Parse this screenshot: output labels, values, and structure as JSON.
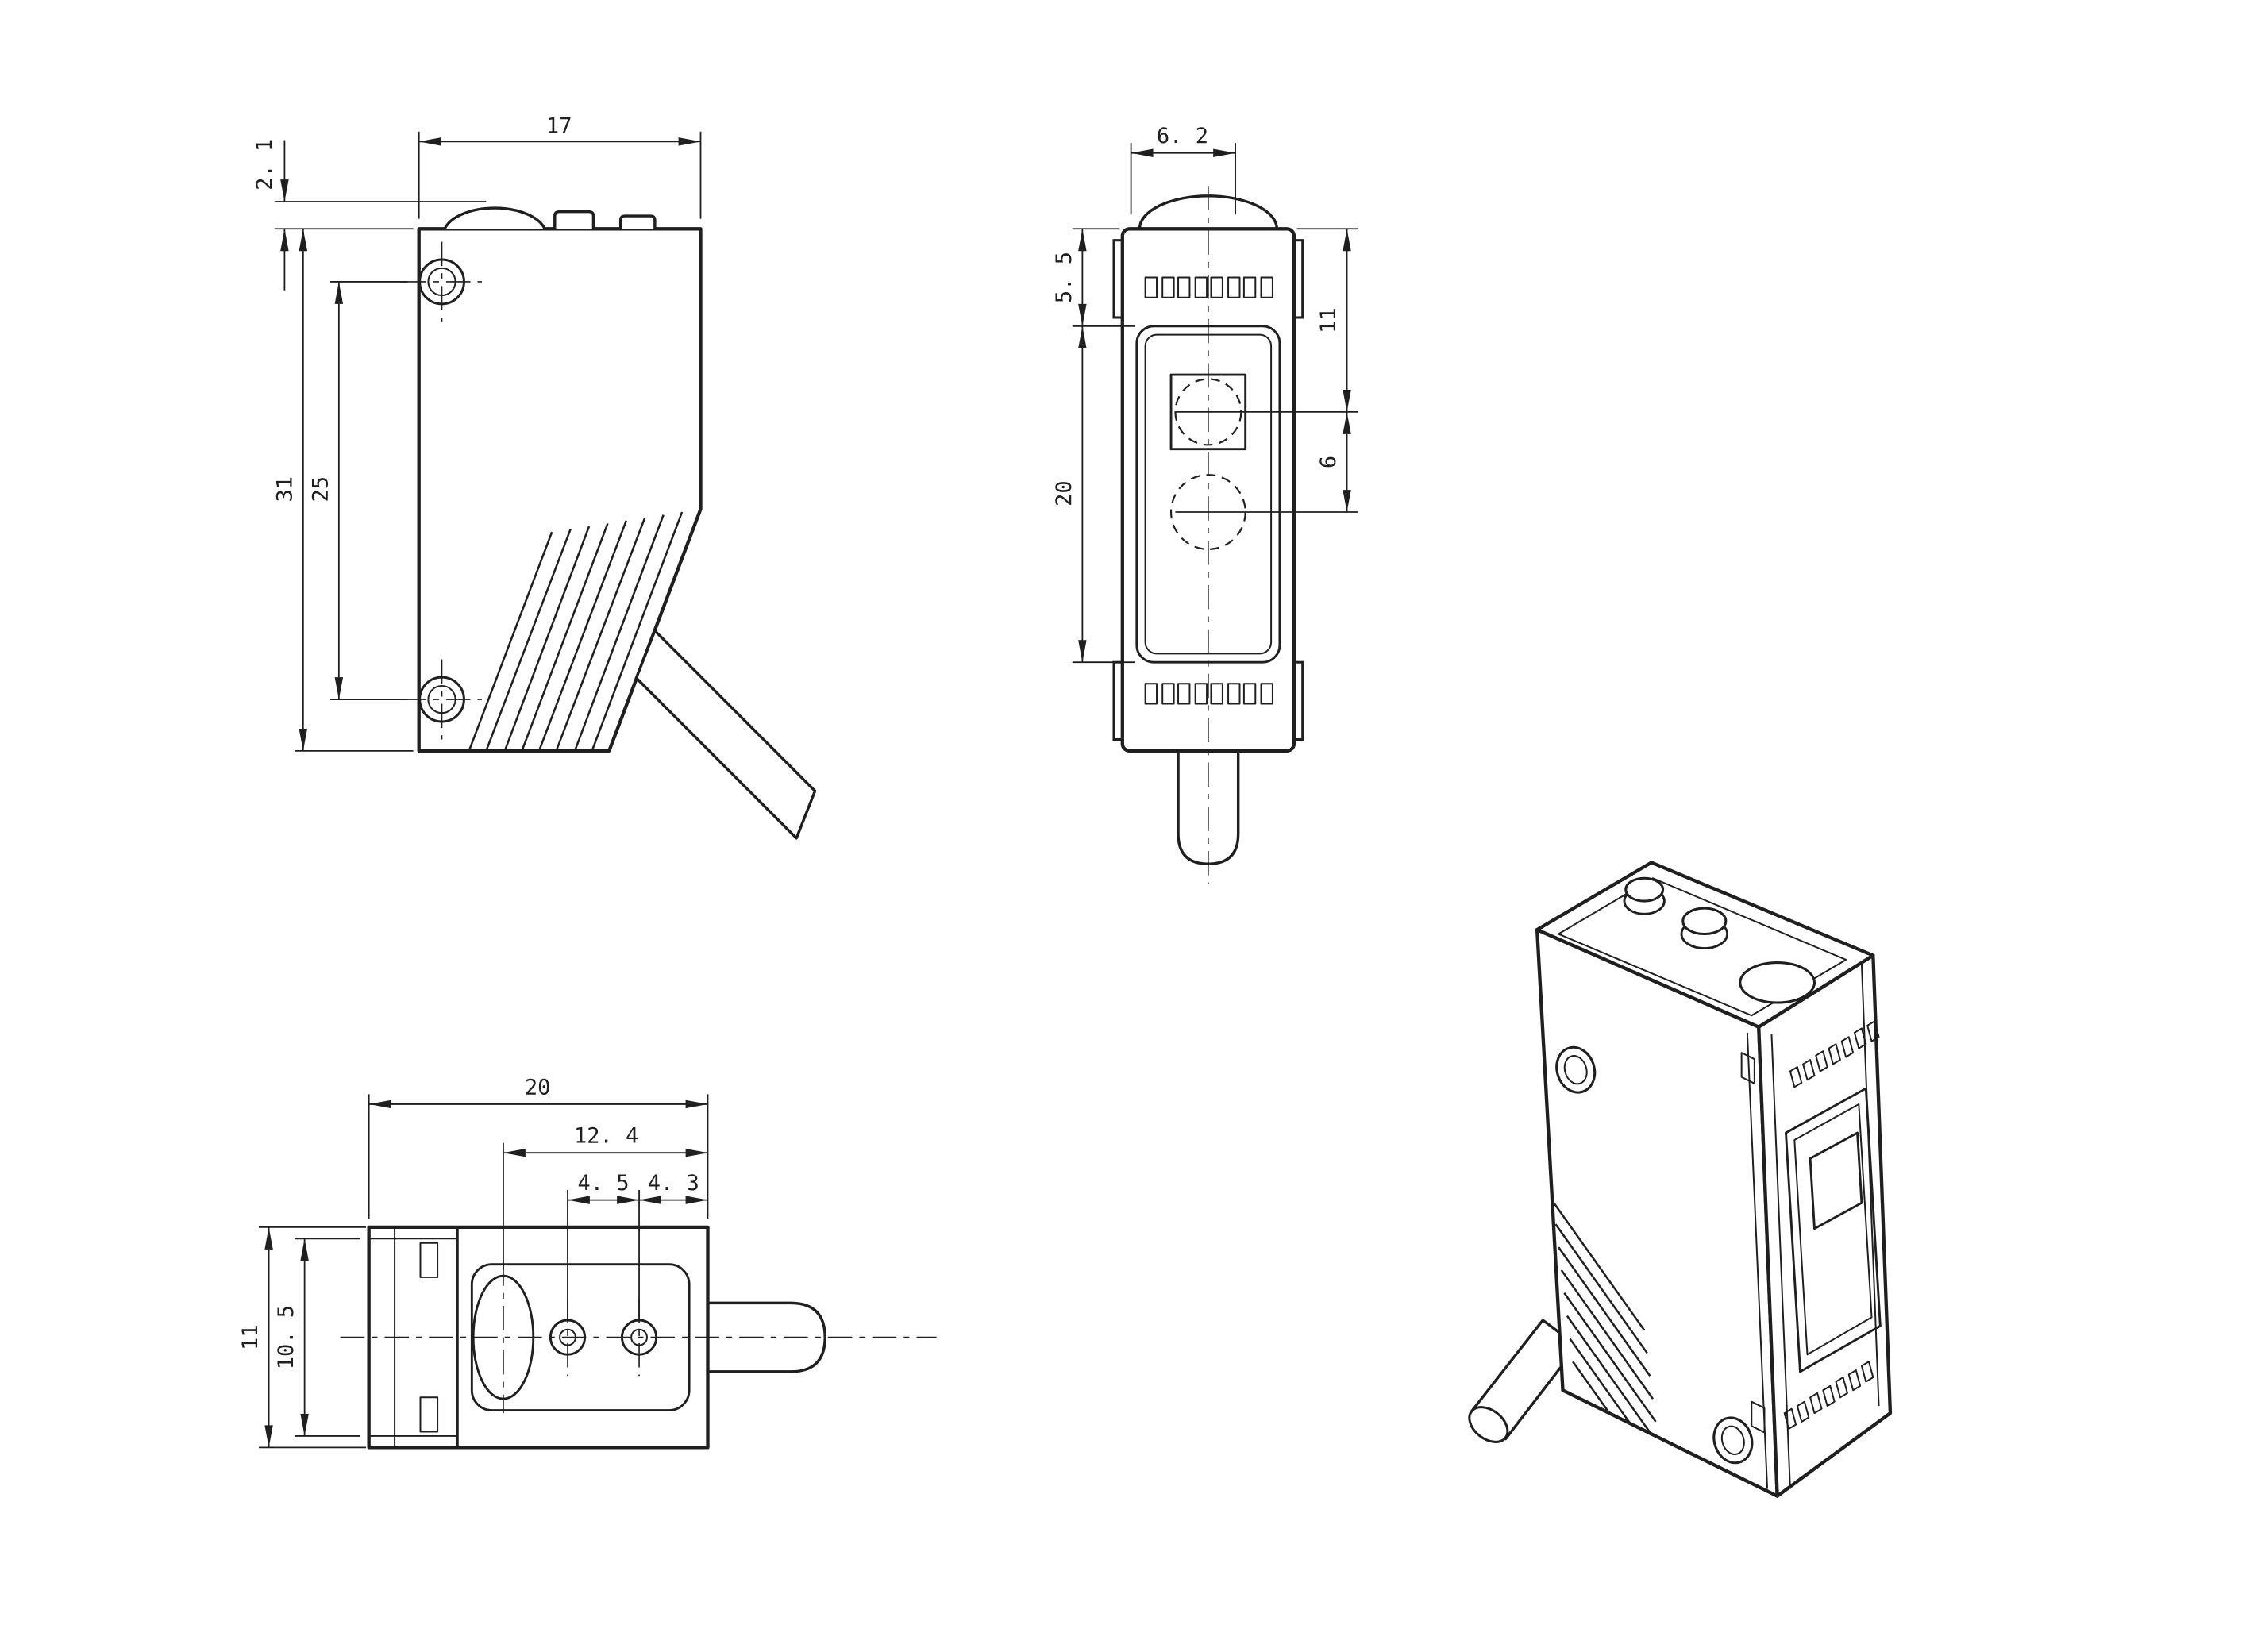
{
  "drawing": {
    "kind": "photoelectric-sensor-dimension-drawing",
    "colors": {
      "line": "#1f1f1f",
      "background": "#ffffff"
    },
    "views": {
      "side_view": {
        "dims": {
          "top_protrusion_height": "2. 1",
          "body_width": "17",
          "body_height": "31",
          "mounting_hole_spacing": "25"
        }
      },
      "front_view": {
        "dims": {
          "top_button_width": "6. 2",
          "top_to_window": "5. 5",
          "window_height": "20",
          "top_to_lens_center": "11",
          "lens_center_spacing": "6"
        }
      },
      "bottom_view": {
        "dims": {
          "body_depth": "20",
          "lens_center_to_rear": "12. 4",
          "adjuster_spacing": "4. 5",
          "adjuster_to_rear": "4. 3",
          "overall_width": "11",
          "body_width": "10. 5"
        }
      }
    }
  }
}
